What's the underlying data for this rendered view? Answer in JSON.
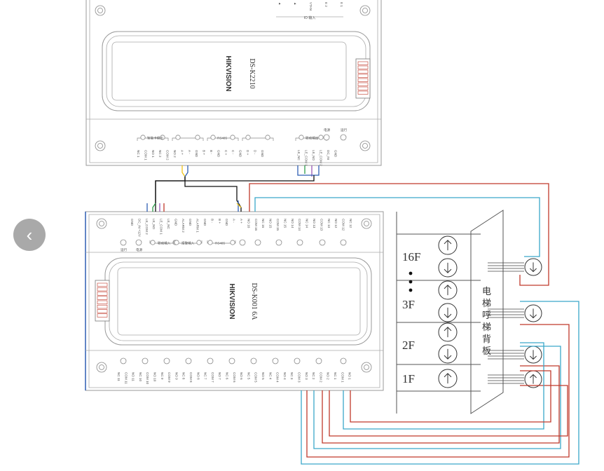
{
  "upper_device": {
    "model": "DS-K2210",
    "brand": "HIKVISION",
    "top_group_label": "IO 输入",
    "top_small": [
      "▲",
      "▲",
      "VTAN",
      "E 2",
      "E 1"
    ],
    "group_labels": [
      "智能卡输出",
      "",
      "RS485",
      "",
      "联动输出"
    ],
    "status_labels": [
      "电源",
      "运行"
    ],
    "terminals": [
      "NC 1",
      "COM 1",
      "NO 1",
      "NC 2",
      "COM 2",
      "NO 2",
      "A +",
      "A -",
      "GND",
      "B +",
      "B -",
      "GND",
      "C +",
      "C -",
      "GND",
      "D +",
      "D -",
      "GND",
      "LE_NC",
      "LE_COM 1",
      "LE_NO",
      "LE_COM 2",
      "DC_IN",
      "GND"
    ]
  },
  "lower_device": {
    "model": "DS-K001 6A",
    "brand": "HIKVISION",
    "top_terminals": [
      "GND",
      "DC_IN +12V",
      "LE_COM 2",
      "LE_NO",
      "LE_COM 1",
      "LE_NC",
      "GND",
      "ALARM 2",
      "GND",
      "ALARM 1",
      "GND",
      "B -",
      "B +",
      "GND",
      "A -",
      "A +",
      "NO 16",
      "COM 16",
      "NC 16",
      "NO 15",
      "COM 15",
      "NC 15",
      "NO 14",
      "COM 14",
      "NC 14",
      "NO 13",
      "COM 13",
      "NC 13",
      "NO 12",
      "COM 12",
      "NC 12"
    ],
    "group_labels": [
      "运行",
      "电源",
      "联动输入",
      "报警输入",
      "RS485"
    ],
    "bottom_terminals": [
      "NC 11",
      "COM 11",
      "NO 11",
      "NC 10",
      "COM 10",
      "NO 10",
      "NC 9",
      "COM 9",
      "NO 9",
      "NC 8",
      "COM 8",
      "NO 8",
      "NC 7",
      "COM 7",
      "NO 7",
      "NC 6",
      "COM 6",
      "NO 6",
      "NC 5",
      "COM 5",
      "NO 5",
      "NC 4",
      "COM 4",
      "NO 4",
      "NC 3",
      "COM 3",
      "NO 3",
      "NC 2",
      "COM 2",
      "NO 2",
      "NC 1",
      "COM 1",
      "NO 1"
    ]
  },
  "elevator_panel": {
    "floors": [
      "16F",
      "3F",
      "2F",
      "1F"
    ],
    "side_label": [
      "电",
      "梯",
      "呼",
      "梯",
      "背",
      "板"
    ]
  },
  "icons": {
    "back": "chevron-left-icon",
    "up": "up-arrow-circle-icon",
    "down": "down-arrow-circle-icon"
  },
  "colors": {
    "red": "#c0392b",
    "cyan": "#3aa7c9",
    "blue": "#2f5fb3",
    "green": "#2e9d4a",
    "purple": "#9b59b6",
    "yellow": "#f0c419",
    "black": "#111111"
  }
}
